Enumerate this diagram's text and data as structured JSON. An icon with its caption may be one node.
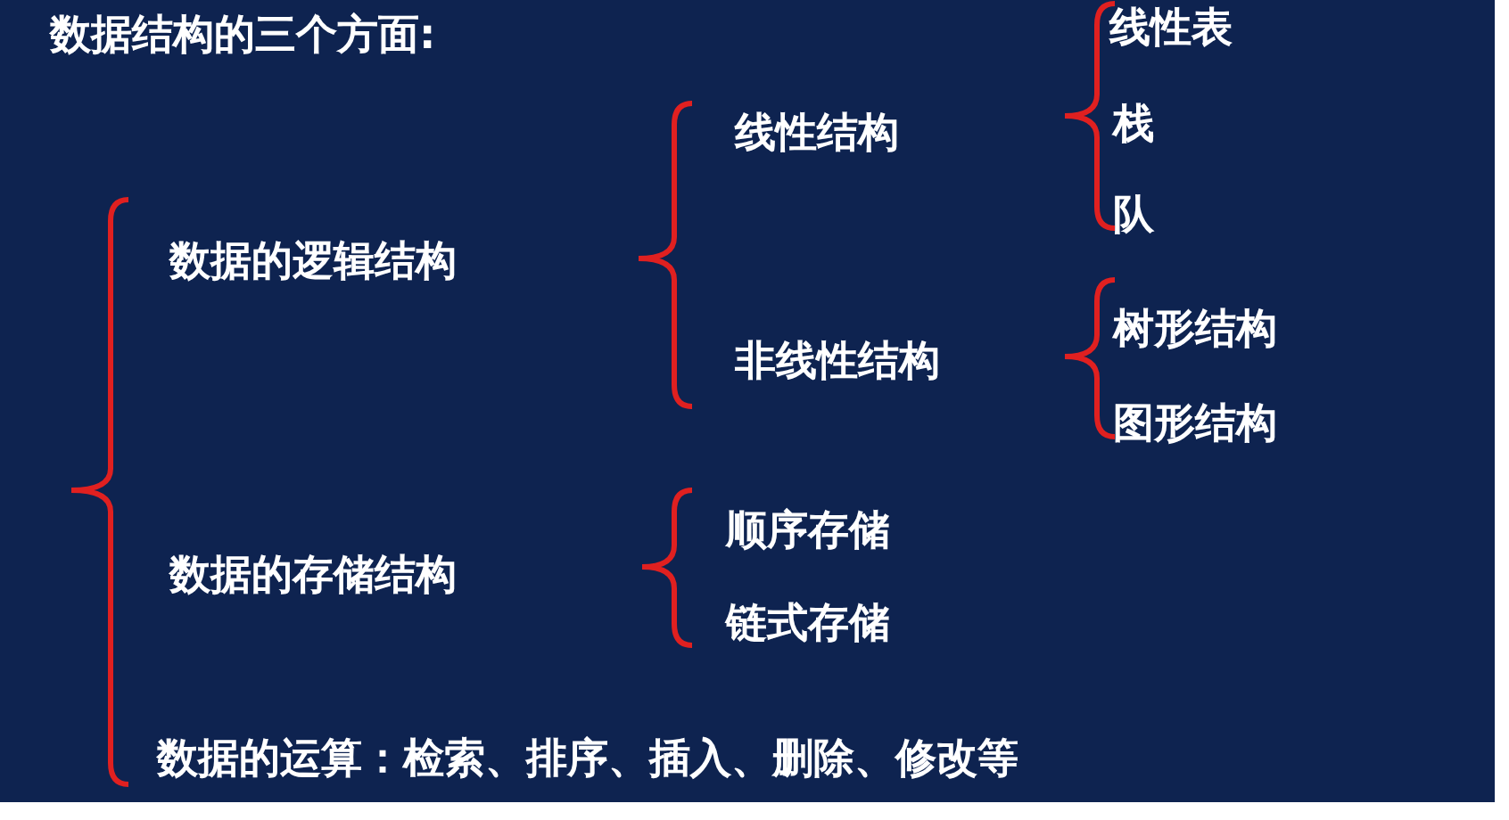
{
  "diagram": {
    "title": "数据结构的三个方面:",
    "labels": [
      "数据的逻辑结构",
      "线性结构",
      "线性表",
      "栈",
      "队",
      "非线性结构",
      "树形结构",
      "图形结构",
      "数据的存储结构",
      "顺序存储",
      "链式存储",
      "数据的运算：检索、排序、插入、删除、修改等"
    ]
  }
}
